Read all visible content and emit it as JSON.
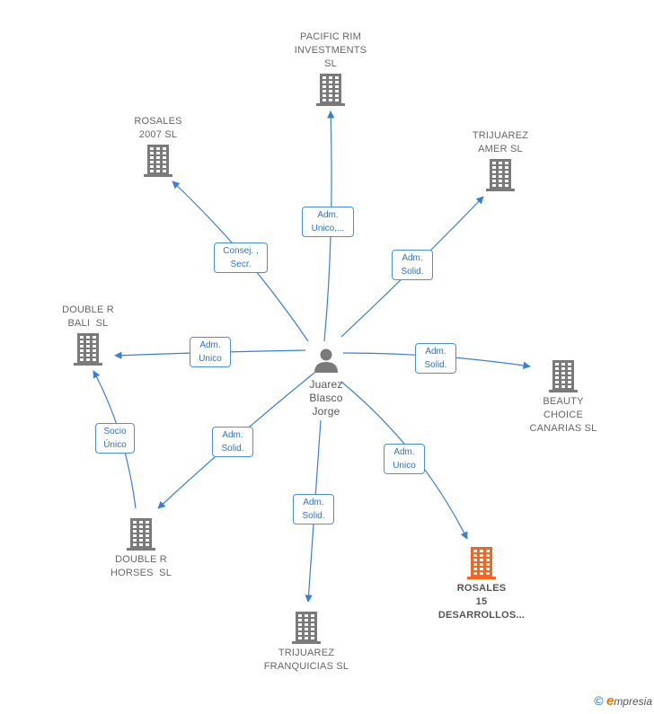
{
  "center": {
    "name_lines": [
      "Juarez",
      "Blasco",
      "Jorge"
    ],
    "icon": "person-icon"
  },
  "companies": [
    {
      "id": "pacific-rim",
      "lines": [
        "PACIFIC RIM",
        "INVESTMENTS",
        "SL"
      ],
      "highlight": false
    },
    {
      "id": "rosales-2007",
      "lines": [
        "ROSALES",
        "2007 SL"
      ],
      "highlight": false
    },
    {
      "id": "trijuarez-amer",
      "lines": [
        "TRIJUAREZ",
        "AMER SL"
      ],
      "highlight": false
    },
    {
      "id": "double-r-bali",
      "lines": [
        "DOUBLE R",
        "BALI  SL"
      ],
      "highlight": false
    },
    {
      "id": "beauty-choice",
      "lines": [
        "BEAUTY",
        "CHOICE",
        "CANARIAS SL"
      ],
      "highlight": false
    },
    {
      "id": "double-r-horses",
      "lines": [
        "DOUBLE R",
        "HORSES  SL"
      ],
      "highlight": false
    },
    {
      "id": "rosales-15",
      "lines": [
        "ROSALES",
        "15",
        "DESARROLLOS..."
      ],
      "highlight": true
    },
    {
      "id": "trijuarez-franquicias",
      "lines": [
        "TRIJUAREZ",
        "FRANQUICIAS SL"
      ],
      "highlight": false
    }
  ],
  "edge_labels": [
    {
      "id": "pacific-rim",
      "lines": [
        "Adm.",
        "Unico,..."
      ]
    },
    {
      "id": "rosales-2007",
      "lines": [
        "Consej. ,",
        "Secr."
      ]
    },
    {
      "id": "trijuarez-amer",
      "lines": [
        "Adm.",
        "Solid."
      ]
    },
    {
      "id": "double-r-bali",
      "lines": [
        "Adm.",
        "Unico"
      ]
    },
    {
      "id": "beauty-choice",
      "lines": [
        "Adm.",
        "Solid."
      ]
    },
    {
      "id": "double-r-horses",
      "lines": [
        "Adm.",
        "Solid."
      ]
    },
    {
      "id": "rosales-15",
      "lines": [
        "Adm.",
        "Unico"
      ]
    },
    {
      "id": "trijuarez-franquicias",
      "lines": [
        "Adm.",
        "Solid."
      ]
    },
    {
      "id": "horses-to-bali",
      "lines": [
        "Socio",
        "Único"
      ]
    }
  ],
  "colors": {
    "edge": "#3a7fd6",
    "building": "#7a7a7a",
    "building_highlight": "#f26522",
    "person": "#7a7a7a"
  },
  "footer": {
    "copyright": "©",
    "brand_initial": "e",
    "brand_rest": "mpresia"
  }
}
